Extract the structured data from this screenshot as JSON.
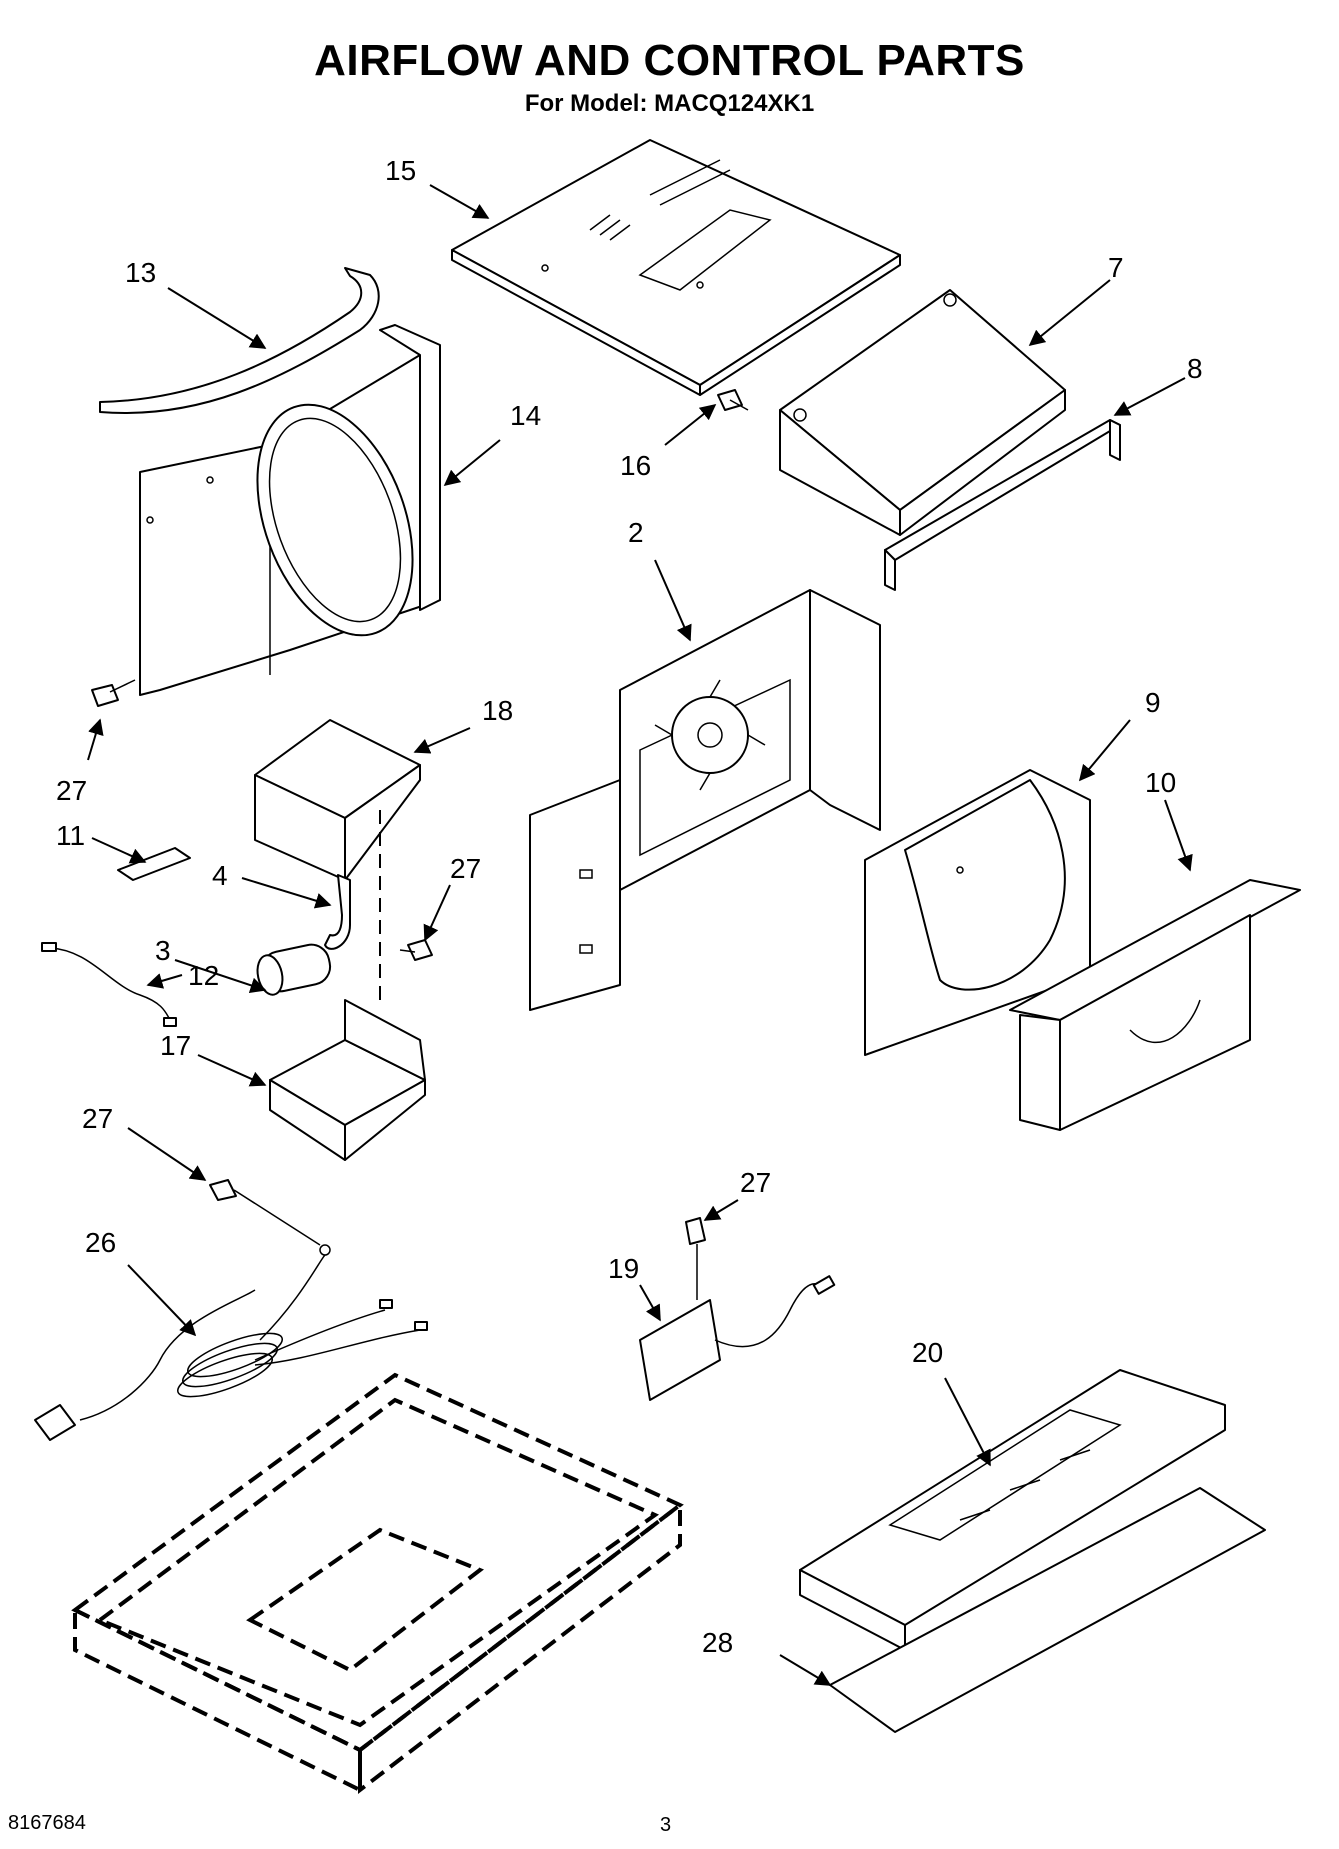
{
  "header": {
    "title": "AIRFLOW AND CONTROL PARTS",
    "subtitle": "For Model: MACQ124XK1"
  },
  "footer": {
    "doc_number": "8167684",
    "page_number": "3"
  },
  "callouts": {
    "c15": "15",
    "c13": "13",
    "c7": "7",
    "c8": "8",
    "c14": "14",
    "c16": "16",
    "c2": "2",
    "c27a": "27",
    "c18": "18",
    "c9": "9",
    "c10": "10",
    "c11": "11",
    "c4": "4",
    "c27b": "27",
    "c3": "3",
    "c12": "12",
    "c17": "17",
    "c27c": "27",
    "c26": "26",
    "c27d": "27",
    "c19": "19",
    "c20": "20",
    "c28": "28"
  }
}
